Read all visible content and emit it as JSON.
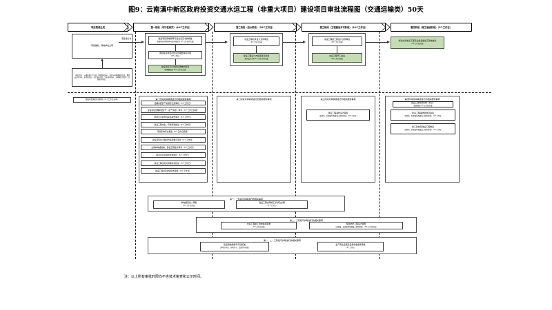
{
  "title": "图9：云南滇中新区政府投资交通水运工程（非重大项目）建设项目审批流程图（交通运输类）50天",
  "footnote": "注：以上所有审批时限均不含技术审查和公示时间。",
  "colors": {
    "green_fill": "#c6dcb6",
    "box_border": "#3b3b3b",
    "separator": "#111111"
  },
  "stage_headers": [
    {
      "label": "项目策划生成"
    },
    {
      "label": "第一阶段（可行性研究）（40个工作日）"
    },
    {
      "label": "第二阶段（设计阶段）（10个工作日）"
    },
    {
      "label": "第三阶段（工程建设许可阶段）（10个工作日）"
    },
    {
      "label": "第四阶段（竣工验收阶段）（5个工作日）"
    }
  ],
  "stage0": {
    "main_box": "项目策划、用地单位立项",
    "note_box": "《项目分在：从规章意产产生成、不统影响评价、法院与再发规使用许可、重度安全性评价、水资源论证、水土保持方案、洪水影响评价、文物保护评估等，文物保护评估。",
    "arrow_label": "项目建议书"
  },
  "stage1": {
    "boxes": [
      {
        "text": "建设项目用地预审与选址意见书的核发",
        "sub": "（新建项目用地预审与选址意见书 5个工作日内完成）",
        "green": false
      },
      {
        "text": "项目投资项目在线平台审批备案手续",
        "sub": "（5个工作日）",
        "green": false
      },
      {
        "text": "建设项目可行性研究报告的批复",
        "sub": "（含概算核准 15个工作日完成）",
        "green": true
      }
    ]
  },
  "stage2": {
    "boxes": [
      {
        "text": "水运工程初步设计文件审查",
        "sub": "（5个工作日完成）",
        "green": false
      },
      {
        "text": "建设工程设计方案审查及批复",
        "sub": "（初步设计文件 5个工作日内完成）",
        "green": true
      }
    ]
  },
  "stage3": {
    "boxes": [
      {
        "text": "水运工程施工图设计文件审查",
        "sub": "（5个工作日完成）",
        "green": false
      },
      {
        "text": "水运工程开工备案",
        "sub": "（5个工作日完成）",
        "green": true
      }
    ]
  },
  "stage4": {
    "boxes": [
      {
        "text": "新建交通水运工程及设备设施竣工验收备案",
        "sub": "（5个工作日完成）",
        "green": true
      }
    ]
  },
  "parallel": {
    "left_label": "建设项目策划生成阶段（5个工作日完成）",
    "columns": [
      {
        "header": "第一阶段可并联或进行的相关服务事项",
        "items": [
          {
            "text": "压覆重要矿产资源登记及审批（5个工作日）",
            "thick": true
          },
          {
            "text": "建设项目压覆重要矿产（矿产资源）审查（5个工作日完成）",
            "thick": true
          },
          {
            "text": "地质灾害危险性评估报告审查（5个工作日）",
            "thick": false
          },
          {
            "text": "建设工程方案、节能审查批复（5个工作日）",
            "thick": true
          },
          {
            "text": "环境影响评价报告（5个工作日完成）",
            "thick": false
          },
          {
            "text": "建设项目水土保持方案审批与审查（5个工作日）",
            "thick": true
          },
          {
            "text": "占用林地或植被、建设工程设计审查（5个工作日）",
            "thick": false
          },
          {
            "text": "取水许可及洪水影响评价（5个工作日）",
            "thick": false
          },
          {
            "text": "建设工程涉及文物保护及批复（5个工作日）",
            "thick": true
          },
          {
            "text": "建设工程涉及绿化树木审批（5个工作日）",
            "thick": false
          }
        ]
      },
      {
        "header": "第二阶段可并联或进行的相关服务事项",
        "items": []
      },
      {
        "header": "第三阶段可并联或进行的相关服务事项",
        "items": [
          {
            "text": "建设工程消防设计审查",
            "sub": "（含消防、防雷及特殊建设工程的审核）（5个工作日）",
            "thick": true
          }
        ]
      },
      {
        "header": "第四阶段可并联或进行的相关服务事项",
        "items": [
          {
            "text": "建设工程规划验收（核实）",
            "sub": "（规划核实 5个工作日完成）",
            "thick": true
          },
          {
            "text": "建设工程消防验收及备案",
            "sub": "（含消防、防雷及特殊建设工程的验收）（5个工作日）",
            "thick": true
          },
          {
            "text": "竣工验收及建设工程档案",
            "sub": "（含消防、防雷及特殊建设工程的验收）（5个工作日）",
            "thick": true
          }
        ]
      }
    ]
  },
  "bottom_groups": [
    {
      "header": "第一、二阶段可并联进行的相关事项",
      "items": [
        {
          "text": "供电报装接入审批",
          "sub": "（5个工作日完成）"
        },
        {
          "text": "建设工程文明施工手续及办理",
          "sub": "（5个工作日）"
        }
      ]
    },
    {
      "header": "第二、三阶段可并联进行的相关事项",
      "items": [
        {
          "text": "水运工程竣工验收备案审批",
          "sub": "（5个工作日完成）"
        },
        {
          "text": "民用防护工程设计审核",
          "sub": "（含建设、改造及特殊建设工程的验收）（5个工作日完成）"
        }
      ]
    },
    {
      "header": "第一、二、三阶段可并联进行的相关事项",
      "items": [
        {
          "text": "建设用地规划许可证核发",
          "sub": "（用地许可证、用地许可、交通许可核发）"
        },
        {
          "text": "生产安全设施及设备验收备案审批",
          "sub": "（5个工作日）"
        }
      ]
    }
  ]
}
